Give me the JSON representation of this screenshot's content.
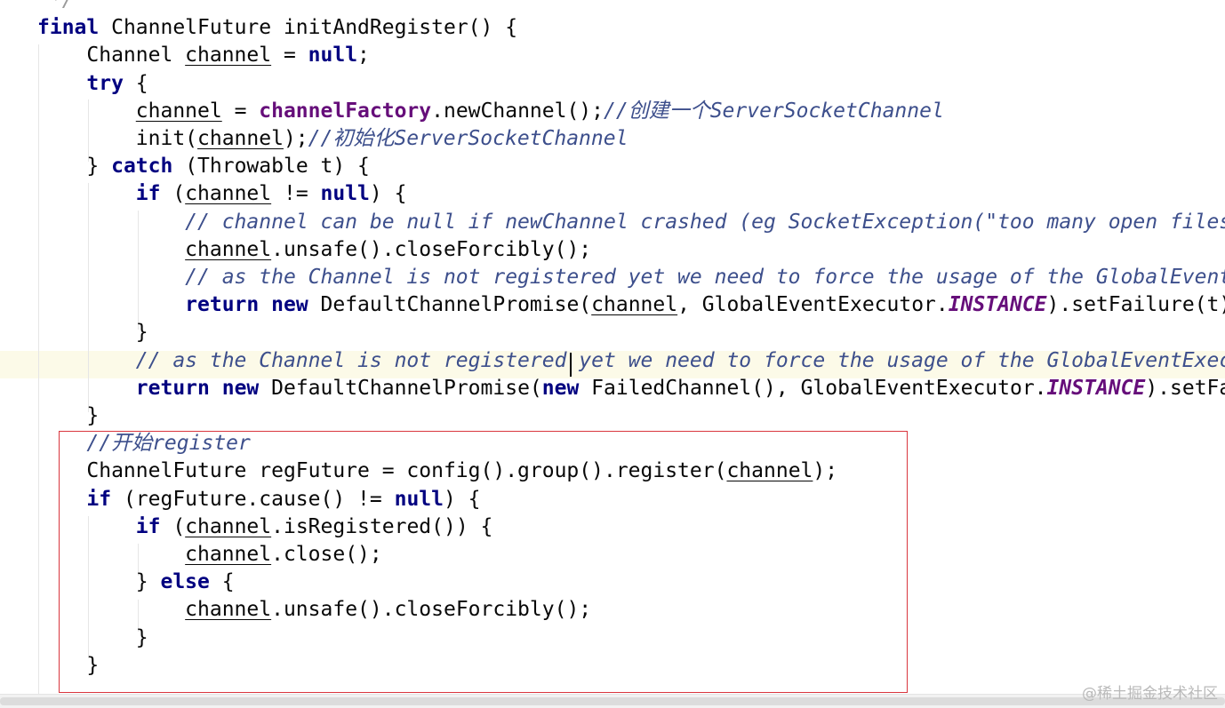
{
  "editor": {
    "lines": [
      [
        {
          "t": " */",
          "c": "gray"
        }
      ],
      [
        {
          "t": "final",
          "c": "kw"
        },
        {
          "t": " ChannelFuture initAndRegister() {",
          "c": "plain"
        }
      ],
      [
        {
          "t": "    Channel ",
          "c": "plain"
        },
        {
          "t": "channel",
          "c": "var"
        },
        {
          "t": " = ",
          "c": "plain"
        },
        {
          "t": "null",
          "c": "kw"
        },
        {
          "t": ";",
          "c": "plain"
        }
      ],
      [
        {
          "t": "    ",
          "c": "plain"
        },
        {
          "t": "try",
          "c": "kw"
        },
        {
          "t": " {",
          "c": "plain"
        }
      ],
      [
        {
          "t": "        ",
          "c": "plain"
        },
        {
          "t": "channel",
          "c": "var"
        },
        {
          "t": " = ",
          "c": "plain"
        },
        {
          "t": "channelFactory",
          "c": "field"
        },
        {
          "t": ".newChannel();",
          "c": "plain"
        },
        {
          "t": "//创建一个ServerSocketChannel",
          "c": "comment"
        }
      ],
      [
        {
          "t": "        init(",
          "c": "plain"
        },
        {
          "t": "channel",
          "c": "var"
        },
        {
          "t": ");",
          "c": "plain"
        },
        {
          "t": "//初始化ServerSocketChannel",
          "c": "comment"
        }
      ],
      [
        {
          "t": "    } ",
          "c": "plain"
        },
        {
          "t": "catch",
          "c": "kw"
        },
        {
          "t": " (Throwable t) {",
          "c": "plain"
        }
      ],
      [
        {
          "t": "        ",
          "c": "plain"
        },
        {
          "t": "if",
          "c": "kw"
        },
        {
          "t": " (",
          "c": "plain"
        },
        {
          "t": "channel",
          "c": "var"
        },
        {
          "t": " != ",
          "c": "plain"
        },
        {
          "t": "null",
          "c": "kw"
        },
        {
          "t": ") {",
          "c": "plain"
        }
      ],
      [
        {
          "t": "            ",
          "c": "plain"
        },
        {
          "t": "// channel can be null if newChannel crashed (eg SocketException(\"too many open files\"))",
          "c": "comment"
        }
      ],
      [
        {
          "t": "            ",
          "c": "plain"
        },
        {
          "t": "channel",
          "c": "var"
        },
        {
          "t": ".unsafe().closeForcibly();",
          "c": "plain"
        }
      ],
      [
        {
          "t": "            ",
          "c": "plain"
        },
        {
          "t": "// as the Channel is not registered yet we need to force the usage of the GlobalEventExecutor",
          "c": "comment"
        }
      ],
      [
        {
          "t": "            ",
          "c": "plain"
        },
        {
          "t": "return",
          "c": "kw"
        },
        {
          "t": " ",
          "c": "plain"
        },
        {
          "t": "new",
          "c": "kw"
        },
        {
          "t": " DefaultChannelPromise(",
          "c": "plain"
        },
        {
          "t": "channel",
          "c": "var"
        },
        {
          "t": ", GlobalEventExecutor.",
          "c": "plain"
        },
        {
          "t": "INSTANCE",
          "c": "static"
        },
        {
          "t": ").setFailure(t);",
          "c": "plain"
        }
      ],
      [
        {
          "t": "        }",
          "c": "plain"
        }
      ],
      [
        {
          "t": "        ",
          "c": "plain"
        },
        {
          "t": "// as the Channel is not registered yet we need to force the usage of the GlobalEventExecutor",
          "c": "comment"
        }
      ],
      [
        {
          "t": "        ",
          "c": "plain"
        },
        {
          "t": "return",
          "c": "kw"
        },
        {
          "t": " ",
          "c": "plain"
        },
        {
          "t": "new",
          "c": "kw"
        },
        {
          "t": " DefaultChannelPromise(",
          "c": "plain"
        },
        {
          "t": "new",
          "c": "kw"
        },
        {
          "t": " FailedChannel(), GlobalEventExecutor.",
          "c": "plain"
        },
        {
          "t": "INSTANCE",
          "c": "static"
        },
        {
          "t": ").setFailure(t);",
          "c": "plain"
        }
      ],
      [
        {
          "t": "    }",
          "c": "plain"
        }
      ],
      [
        {
          "t": "    ",
          "c": "plain"
        },
        {
          "t": "//开始register",
          "c": "comment"
        }
      ],
      [
        {
          "t": "    ChannelFuture regFuture = config().group().register(",
          "c": "plain"
        },
        {
          "t": "channel",
          "c": "var"
        },
        {
          "t": ");",
          "c": "plain"
        }
      ],
      [
        {
          "t": "    ",
          "c": "plain"
        },
        {
          "t": "if",
          "c": "kw"
        },
        {
          "t": " (regFuture.cause() != ",
          "c": "plain"
        },
        {
          "t": "null",
          "c": "kw"
        },
        {
          "t": ") {",
          "c": "plain"
        }
      ],
      [
        {
          "t": "        ",
          "c": "plain"
        },
        {
          "t": "if",
          "c": "kw"
        },
        {
          "t": " (",
          "c": "plain"
        },
        {
          "t": "channel",
          "c": "var"
        },
        {
          "t": ".isRegistered()) {",
          "c": "plain"
        }
      ],
      [
        {
          "t": "            ",
          "c": "plain"
        },
        {
          "t": "channel",
          "c": "var"
        },
        {
          "t": ".close();",
          "c": "plain"
        }
      ],
      [
        {
          "t": "        } ",
          "c": "plain"
        },
        {
          "t": "else",
          "c": "kw"
        },
        {
          "t": " {",
          "c": "plain"
        }
      ],
      [
        {
          "t": "            ",
          "c": "plain"
        },
        {
          "t": "channel",
          "c": "var"
        },
        {
          "t": ".unsafe().closeForcibly();",
          "c": "plain"
        }
      ],
      [
        {
          "t": "        }",
          "c": "plain"
        }
      ],
      [
        {
          "t": "    }",
          "c": "plain"
        }
      ]
    ]
  },
  "watermark": "@稀土掘金技术社区"
}
